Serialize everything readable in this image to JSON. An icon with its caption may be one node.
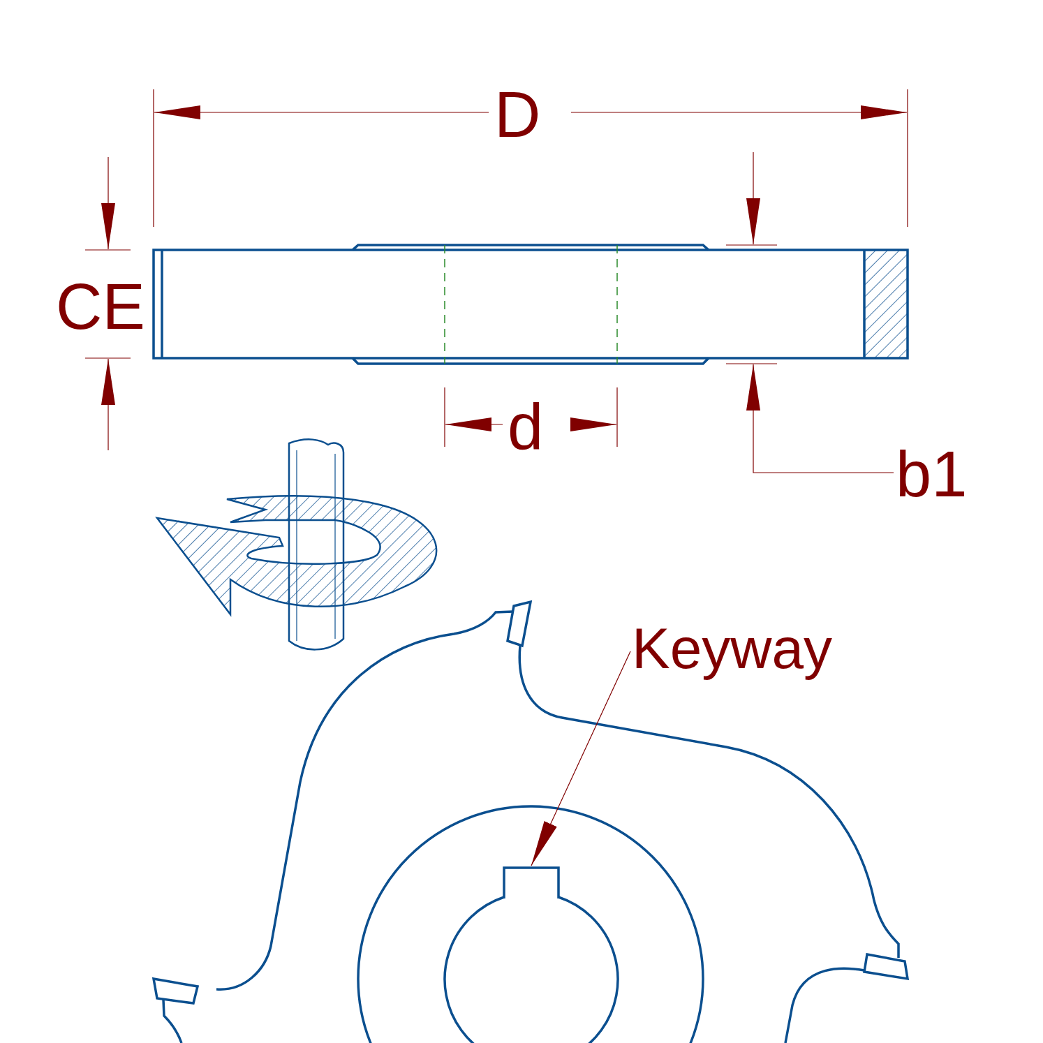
{
  "diagram": {
    "nodes": [
      {
        "text": [
          "Keyway"
        ]
      },
      {
        "text": [],
        "shape": "box"
      }
    ],
    "edges": [
      {
        "from": 0,
        "to": 1,
        "arrow": "to"
      }
    ],
    "labels": [
      "D",
      "CE",
      "d",
      "b1"
    ]
  }
}
